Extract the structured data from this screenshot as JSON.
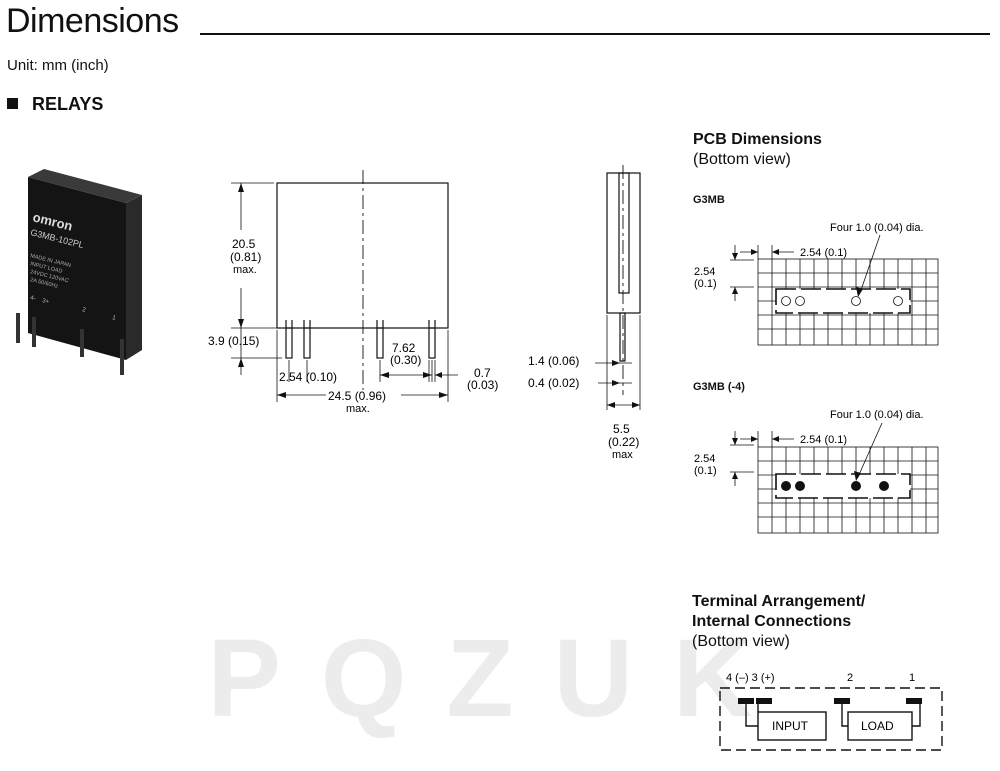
{
  "page": {
    "title": "Dimensions",
    "unit_label": "Unit: mm (inch)",
    "section_title": "RELAYS",
    "watermark": "PQZUK"
  },
  "relay_photo": {
    "brand": "omron",
    "model": "G3MB-102PL",
    "lines": [
      "MADE IN JAPAN",
      "INPUT     LOAD",
      "24VDC  120VAC",
      "         2A 50/60Hz"
    ],
    "pins": [
      "4-",
      "3+",
      "2",
      "1"
    ]
  },
  "front_view": {
    "height_value": "20.5",
    "height_inch": "(0.81)",
    "height_max": "max.",
    "pin_len": "3.9 (0.15)",
    "pitch_a": "2.54 (0.10)",
    "pitch_b_value": "7.62",
    "pitch_b_inch": "(0.30)",
    "pin_w_value": "0.7",
    "pin_w_inch": "(0.03)",
    "width_value": "24.5 (0.96)",
    "width_max": "max."
  },
  "side_view": {
    "a": "1.4 (0.06)",
    "b": "0.4 (0.02)",
    "depth_value": "5.5",
    "depth_inch": "(0.22)",
    "depth_max": "max"
  },
  "pcb": {
    "title": "PCB Dimensions",
    "subtitle": "(Bottom view)",
    "views": [
      {
        "label": "G3MB",
        "hole_note": "Four 1.0 (0.04) dia.",
        "pitch": "2.54 (0.1)",
        "v_value": "2.54",
        "v_inch": "(0.1)"
      },
      {
        "label": "G3MB (-4)",
        "hole_note": "Four 1.0 (0.04) dia.",
        "pitch": "2.54 (0.1)",
        "v_value": "2.54",
        "v_inch": "(0.1)"
      }
    ]
  },
  "terminal": {
    "title_line1": "Terminal Arrangement/",
    "title_line2": "Internal Connections",
    "subtitle": "(Bottom view)",
    "pin_4_3": "4 (–)  3 (+)",
    "pin_2": "2",
    "pin_1": "1",
    "input_label": "INPUT",
    "load_label": "LOAD"
  }
}
